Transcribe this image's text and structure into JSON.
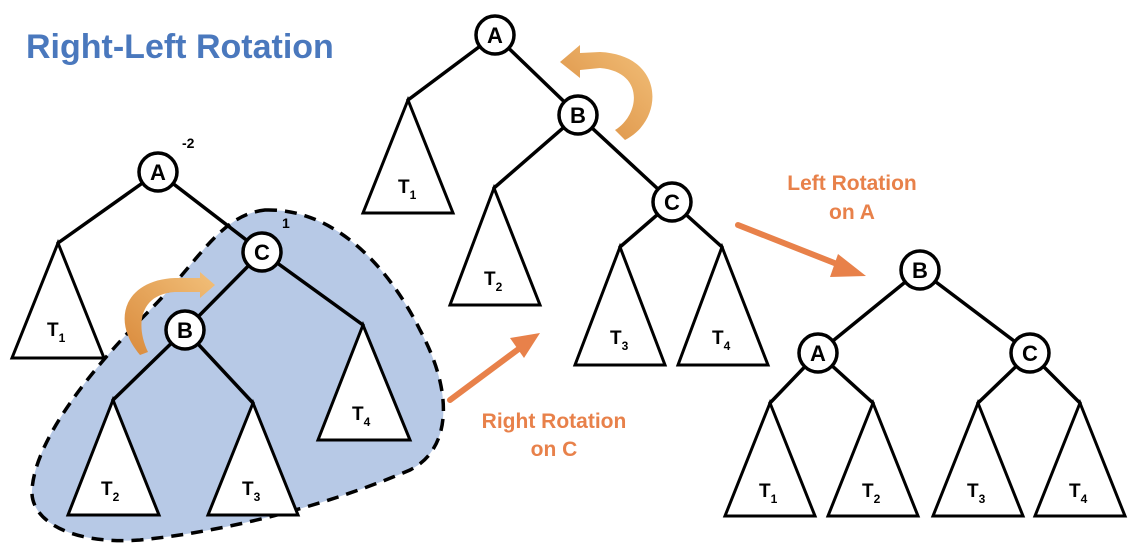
{
  "title": "Right-Left Rotation",
  "colors": {
    "title": "#4a78bd",
    "annotation": "#e8814a",
    "highlight_fill": "#b7c9e6",
    "curve_arrow": "#e9a055"
  },
  "trees": {
    "initial": {
      "nodes": {
        "A": "A",
        "C": "C",
        "B": "B"
      },
      "balance": {
        "A": "-2",
        "C": "1"
      },
      "subtrees": [
        {
          "label": "T",
          "sub": "1"
        },
        {
          "label": "T",
          "sub": "2"
        },
        {
          "label": "T",
          "sub": "3"
        },
        {
          "label": "T",
          "sub": "4"
        }
      ]
    },
    "middle": {
      "nodes": {
        "A": "A",
        "B": "B",
        "C": "C"
      },
      "subtrees": [
        {
          "label": "T",
          "sub": "1"
        },
        {
          "label": "T",
          "sub": "2"
        },
        {
          "label": "T",
          "sub": "3"
        },
        {
          "label": "T",
          "sub": "4"
        }
      ]
    },
    "final": {
      "nodes": {
        "B": "B",
        "A": "A",
        "C": "C"
      },
      "subtrees": [
        {
          "label": "T",
          "sub": "1"
        },
        {
          "label": "T",
          "sub": "2"
        },
        {
          "label": "T",
          "sub": "3"
        },
        {
          "label": "T",
          "sub": "4"
        }
      ]
    }
  },
  "steps": {
    "right_rotation": {
      "line1": "Right Rotation",
      "line2": "on C"
    },
    "left_rotation": {
      "line1": "Left Rotation",
      "line2": "on A"
    }
  }
}
